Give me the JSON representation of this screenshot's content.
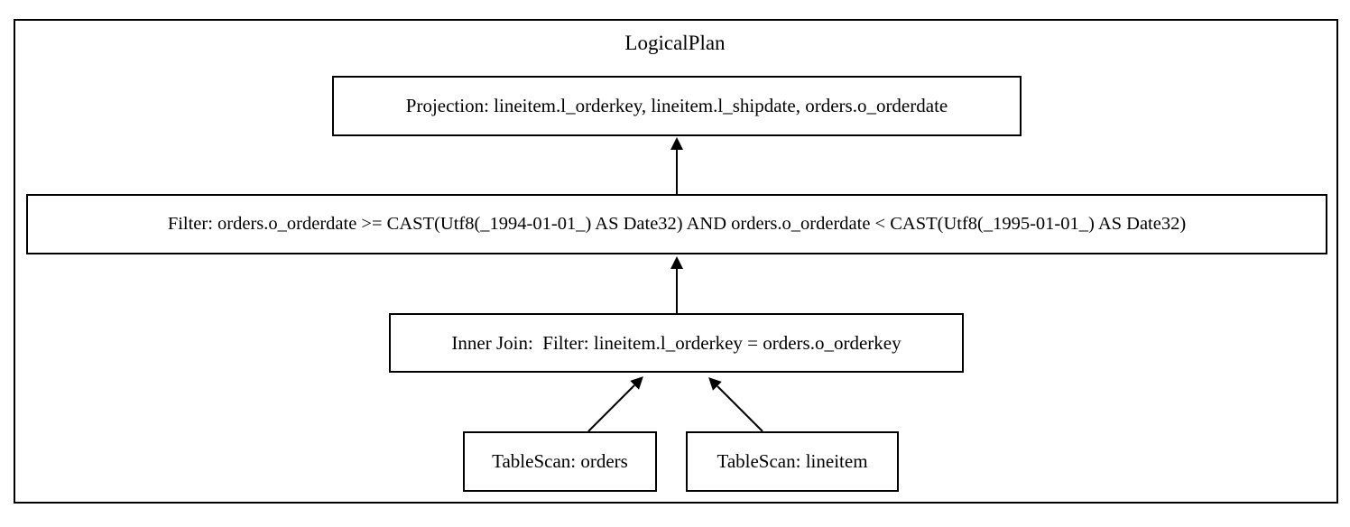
{
  "cluster": {
    "title": "LogicalPlan"
  },
  "nodes": {
    "projection": "Projection: lineitem.l_orderkey, lineitem.l_shipdate, orders.o_orderdate",
    "filter": "Filter: orders.o_orderdate >= CAST(Utf8(_1994-01-01_) AS Date32) AND orders.o_orderdate < CAST(Utf8(_1995-01-01_) AS Date32)",
    "join": "Inner Join:  Filter: lineitem.l_orderkey = orders.o_orderkey",
    "scan_orders": "TableScan: orders",
    "scan_lineitem": "TableScan: lineitem"
  },
  "edges": [
    {
      "from": "filter",
      "to": "projection"
    },
    {
      "from": "join",
      "to": "filter"
    },
    {
      "from": "scan_orders",
      "to": "join"
    },
    {
      "from": "scan_lineitem",
      "to": "join"
    }
  ]
}
